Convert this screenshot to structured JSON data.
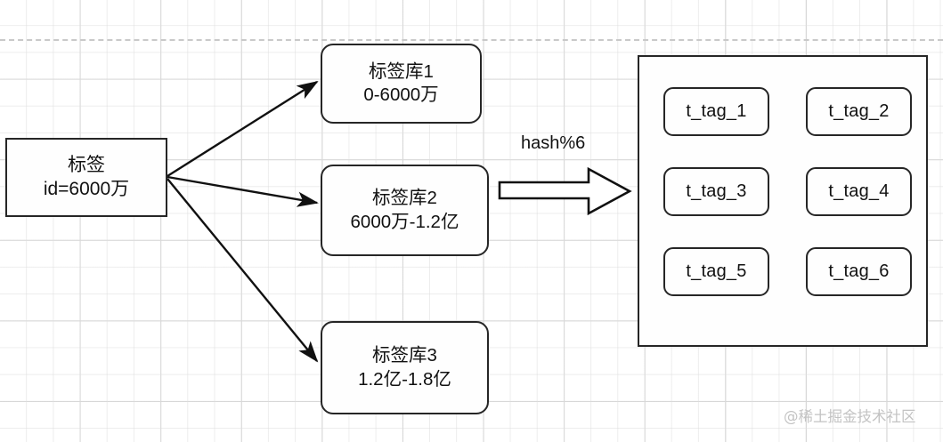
{
  "diagram": {
    "source": {
      "title": "标签",
      "detail": "id=6000万"
    },
    "shards": [
      {
        "name": "标签库1",
        "range": "0-6000万"
      },
      {
        "name": "标签库2",
        "range": "6000万-1.2亿"
      },
      {
        "name": "标签库3",
        "range": "1.2亿-1.8亿"
      }
    ],
    "transform": {
      "label": "hash%6"
    },
    "tables": [
      {
        "label": "t_tag_1"
      },
      {
        "label": "t_tag_2"
      },
      {
        "label": "t_tag_3"
      },
      {
        "label": "t_tag_4"
      },
      {
        "label": "t_tag_5"
      },
      {
        "label": "t_tag_6"
      }
    ],
    "watermark": "@稀土掘金技术社区",
    "colors": {
      "stroke": "#262626",
      "fill": "#fefefe",
      "grid_minor": "#dedede",
      "grid_major": "#c8c8c8",
      "text": "#111111",
      "watermark": "#c3c3c3"
    }
  }
}
